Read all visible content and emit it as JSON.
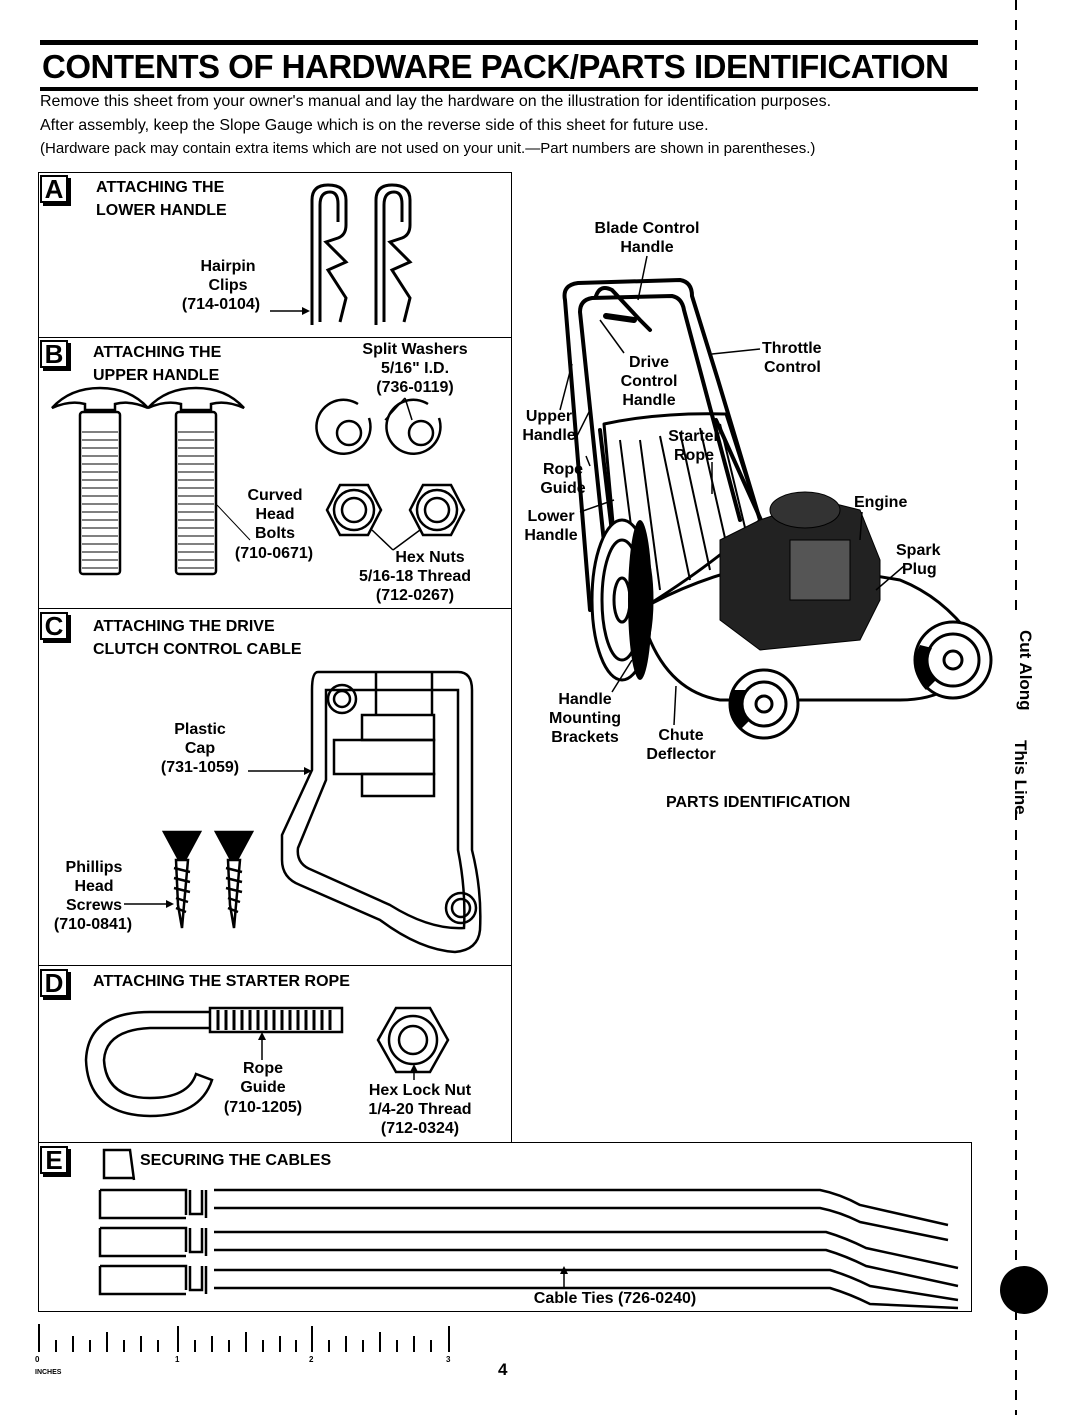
{
  "header": {
    "title": "CONTENTS OF HARDWARE PACK/PARTS IDENTIFICATION",
    "intro_line1": "Remove this sheet from your owner's manual and lay the hardware on the illustration for identification purposes.",
    "intro_line2": "After assembly, keep the Slope Gauge which is on the reverse side of this sheet for future use.",
    "intro_line3": "(Hardware pack may contain extra items which are not used on your unit.—Part numbers are shown in parentheses.)"
  },
  "section_a": {
    "letter": "A",
    "heading1": "ATTACHING THE",
    "heading2": "LOWER HANDLE",
    "hairpin": [
      "Hairpin",
      "Clips",
      "(714-0104)"
    ]
  },
  "section_b": {
    "letter": "B",
    "heading1": "ATTACHING THE",
    "heading2": "UPPER HANDLE",
    "washers": [
      "Split Washers",
      "5/16\" I.D.",
      "(736-0119)"
    ],
    "bolts": [
      "Curved",
      "Head",
      "Bolts",
      "(710-0671)"
    ],
    "nuts": [
      "Hex Nuts",
      "5/16-18 Thread",
      "(712-0267)"
    ]
  },
  "section_c": {
    "letter": "C",
    "heading1": "ATTACHING THE DRIVE",
    "heading2": "CLUTCH CONTROL CABLE",
    "cap": [
      "Plastic",
      "Cap",
      "(731-1059)"
    ],
    "screws": [
      "Phillips",
      "Head",
      "Screws",
      "(710-0841)"
    ]
  },
  "section_d": {
    "letter": "D",
    "heading": "ATTACHING THE STARTER ROPE",
    "guide": [
      "Rope",
      "Guide",
      "(710-1205)"
    ],
    "locknut": [
      "Hex Lock Nut",
      "1/4-20 Thread",
      "(712-0324)"
    ]
  },
  "section_e": {
    "letter": "E",
    "heading": "SECURING THE CABLES",
    "ties": "Cable Ties  (726-0240)"
  },
  "mower": {
    "blade_control": [
      "Blade Control",
      "Handle"
    ],
    "drive_control": [
      "Drive",
      "Control",
      "Handle"
    ],
    "throttle": [
      "Throttle",
      "Control"
    ],
    "upper_handle": [
      "Upper",
      "Handle"
    ],
    "starter_rope": [
      "Starter",
      "Rope"
    ],
    "rope_guide": [
      "Rope",
      "Guide"
    ],
    "engine": "Engine",
    "lower_handle": [
      "Lower",
      "Handle"
    ],
    "spark_plug": [
      "Spark",
      "Plug"
    ],
    "mounting": [
      "Handle",
      "Mounting",
      "Brackets"
    ],
    "chute": [
      "Chute",
      "Deflector"
    ],
    "caption": "PARTS IDENTIFICATION"
  },
  "ruler": {
    "ticks": [
      "0",
      "1",
      "2",
      "3"
    ],
    "unit": "INCHES"
  },
  "page_number": "4",
  "cut_line": [
    "Cut Along",
    "This Line"
  ]
}
